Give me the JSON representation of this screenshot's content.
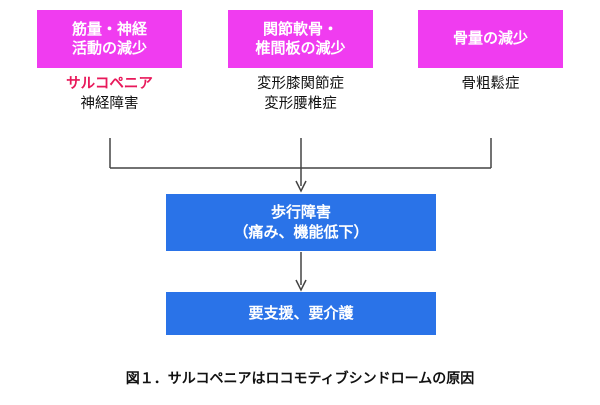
{
  "causes": [
    {
      "title": [
        "筋量・神経",
        "活動の減少"
      ],
      "conditions": [
        "サルコペニア",
        "神経障害"
      ],
      "highlight_first": true
    },
    {
      "title": [
        "関節軟骨・",
        "椎間板の減少"
      ],
      "conditions": [
        "変形膝関節症",
        "変形腰椎症"
      ],
      "highlight_first": false
    },
    {
      "title": [
        "骨量の減少"
      ],
      "conditions": [
        "骨粗鬆症"
      ],
      "highlight_first": false
    }
  ],
  "result": [
    "歩行障害",
    "（痛み、機能低下）"
  ],
  "outcome": "要支援、要介護",
  "caption": "図１．サルコペニアはロコモティブシンドロームの原因",
  "colors": {
    "cause_box": "#f03cf0",
    "result_box": "#2a73e8",
    "highlight": "#e8185a",
    "line": "#444444"
  }
}
